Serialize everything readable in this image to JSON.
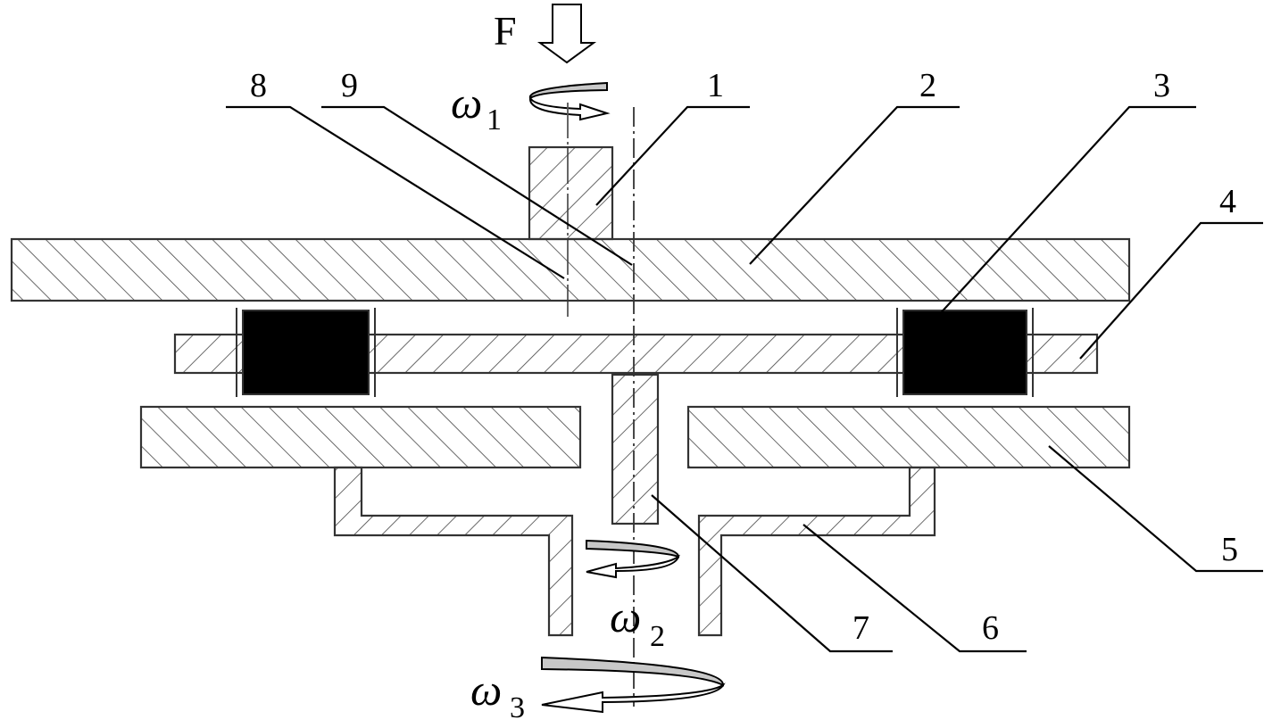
{
  "force_label": "F",
  "omega_symbol": "ω",
  "omega_subscripts": [
    "1",
    "2",
    "3"
  ],
  "part_numbers": [
    "1",
    "2",
    "3",
    "4",
    "5",
    "6",
    "7",
    "8",
    "9"
  ],
  "colors": {
    "line": "#333333",
    "block": "#000000",
    "arrow_fill": "#c8c8c8"
  }
}
